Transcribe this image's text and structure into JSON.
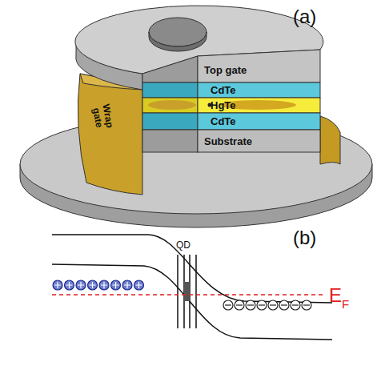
{
  "diagram": {
    "nodes": [
      {
        "text": [
          "Top gate"
        ]
      },
      {
        "text": [
          "CdTe"
        ]
      },
      {
        "text": [
          "HgTe"
        ]
      },
      {
        "text": [
          "CdTe"
        ]
      },
      {
        "text": [
          "Substrate"
        ]
      },
      {
        "text": [
          "Wrap gate"
        ]
      }
    ],
    "edges": [],
    "labels": [
      "(a)",
      "QD",
      "(b)",
      "E",
      "F"
    ]
  }
}
